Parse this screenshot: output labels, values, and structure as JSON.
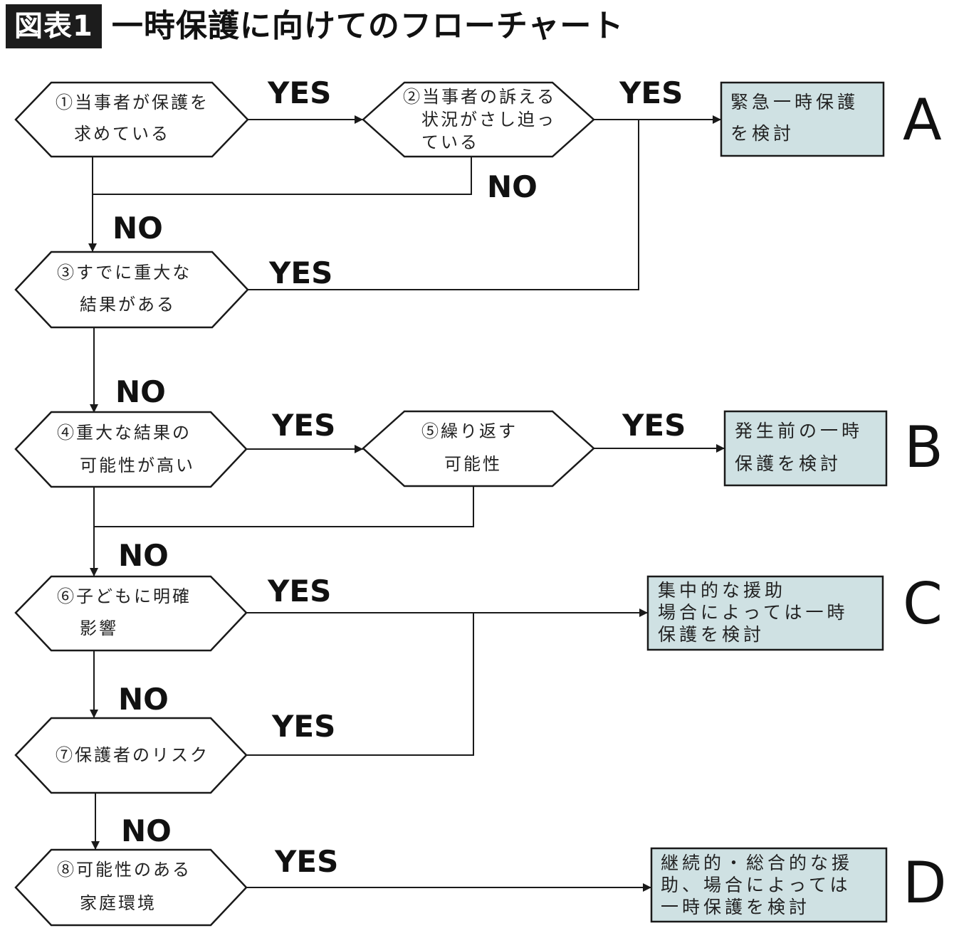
{
  "title": {
    "badge": "図表1",
    "text": "一時保護に向けてのフローチャート"
  },
  "colors": {
    "outcome_fill": "#cfe1e3",
    "line": "#1a1a1a",
    "badge_bg": "#1c1c1c"
  },
  "nodes": {
    "n1": {
      "lines": [
        "①当事者が保護を",
        "求めている"
      ]
    },
    "n2": {
      "lines": [
        "②当事者の訴える",
        "状況がさし迫っ",
        "ている"
      ]
    },
    "n3": {
      "lines": [
        "③すでに重大な",
        "結果がある"
      ]
    },
    "n4": {
      "lines": [
        "④重大な結果の",
        "可能性が高い"
      ]
    },
    "n5": {
      "lines": [
        "⑤繰り返す",
        "可能性"
      ]
    },
    "n6": {
      "lines": [
        "⑥子どもに明確",
        "影響"
      ]
    },
    "n7": {
      "lines": [
        "⑦保護者のリスク"
      ]
    },
    "n8": {
      "lines": [
        "⑧可能性のある",
        "家庭環境"
      ]
    }
  },
  "outcomes": {
    "A": {
      "letter": "A",
      "lines": [
        "緊急一時保護",
        "を検討"
      ]
    },
    "B": {
      "letter": "B",
      "lines": [
        "発生前の一時",
        "保護を検討"
      ]
    },
    "C": {
      "letter": "C",
      "lines": [
        "集中的な援助",
        "場合によっては一時",
        "保護を検討"
      ]
    },
    "D": {
      "letter": "D",
      "lines": [
        "継続的・総合的な援",
        "助、場合によっては",
        "一時保護を検討"
      ]
    }
  },
  "edge_labels": {
    "n1_yes": "YES",
    "n2_yes": "YES",
    "n2_no": "NO",
    "n1_no": "NO",
    "n3_yes": "YES",
    "n3_no": "NO",
    "n4_yes": "YES",
    "n5_yes": "YES",
    "n4_no": "NO",
    "n6_yes": "YES",
    "n6_no": "NO",
    "n7_yes": "YES",
    "n7_no": "NO",
    "n8_yes": "YES"
  }
}
